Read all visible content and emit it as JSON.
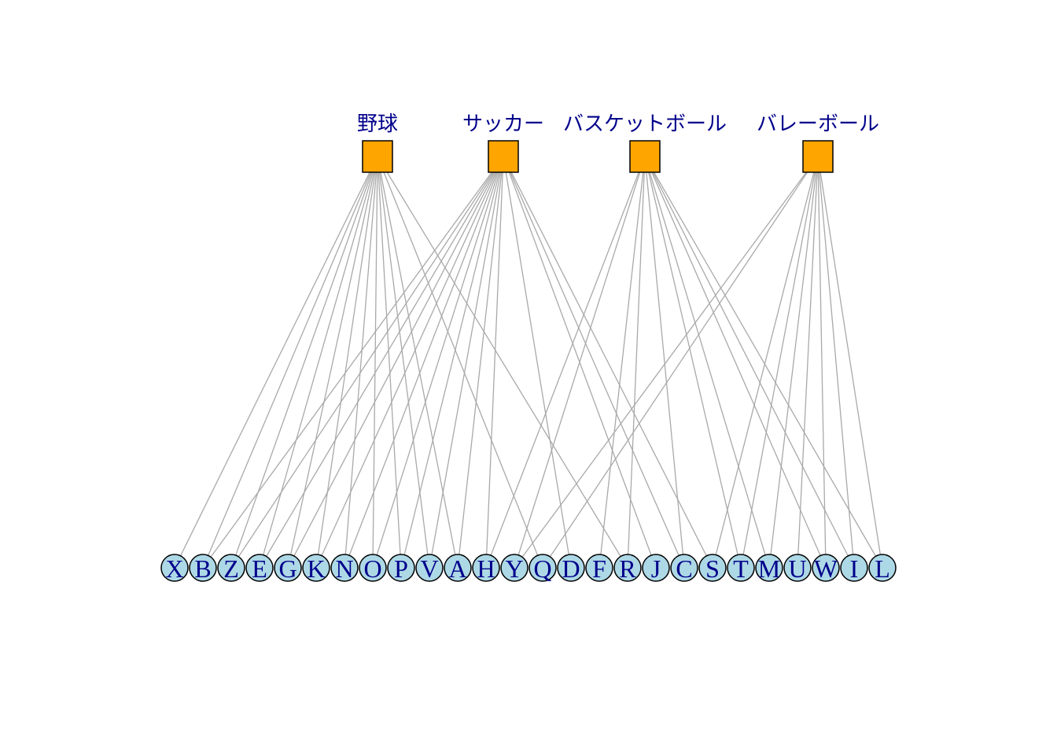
{
  "graph": {
    "type": "bipartite",
    "colors": {
      "top_fill": "#ffa500",
      "bottom_fill": "#add8e6",
      "label": "#00008b",
      "edge": "#a9a9a9"
    },
    "top_nodes": [
      "野球",
      "サッカー",
      "バスケットボール",
      "バレーボール"
    ],
    "bottom_nodes": [
      "X",
      "B",
      "Z",
      "E",
      "G",
      "K",
      "N",
      "O",
      "P",
      "V",
      "A",
      "H",
      "Y",
      "Q",
      "D",
      "F",
      "R",
      "J",
      "C",
      "S",
      "T",
      "M",
      "U",
      "W",
      "I",
      "L"
    ],
    "edges": [
      [
        "野球",
        "X"
      ],
      [
        "野球",
        "B"
      ],
      [
        "野球",
        "Z"
      ],
      [
        "野球",
        "E"
      ],
      [
        "野球",
        "G"
      ],
      [
        "野球",
        "K"
      ],
      [
        "野球",
        "N"
      ],
      [
        "野球",
        "O"
      ],
      [
        "野球",
        "P"
      ],
      [
        "野球",
        "V"
      ],
      [
        "野球",
        "A"
      ],
      [
        "野球",
        "Q"
      ],
      [
        "野球",
        "R"
      ],
      [
        "サッカー",
        "B"
      ],
      [
        "サッカー",
        "Z"
      ],
      [
        "サッカー",
        "E"
      ],
      [
        "サッカー",
        "G"
      ],
      [
        "サッカー",
        "K"
      ],
      [
        "サッカー",
        "N"
      ],
      [
        "サッカー",
        "O"
      ],
      [
        "サッカー",
        "P"
      ],
      [
        "サッカー",
        "V"
      ],
      [
        "サッカー",
        "A"
      ],
      [
        "サッカー",
        "H"
      ],
      [
        "サッカー",
        "D"
      ],
      [
        "サッカー",
        "J"
      ],
      [
        "サッカー",
        "C"
      ],
      [
        "サッカー",
        "S"
      ],
      [
        "バスケットボール",
        "H"
      ],
      [
        "バスケットボール",
        "Y"
      ],
      [
        "バスケットボール",
        "F"
      ],
      [
        "バスケットボール",
        "R"
      ],
      [
        "バスケットボール",
        "C"
      ],
      [
        "バスケットボール",
        "T"
      ],
      [
        "バスケットボール",
        "M"
      ],
      [
        "バスケットボール",
        "W"
      ],
      [
        "バスケットボール",
        "I"
      ],
      [
        "バスケットボール",
        "L"
      ],
      [
        "バレーボール",
        "Y"
      ],
      [
        "バレーボール",
        "Q"
      ],
      [
        "バレーボール",
        "S"
      ],
      [
        "バレーボール",
        "T"
      ],
      [
        "バレーボール",
        "M"
      ],
      [
        "バレーボール",
        "U"
      ],
      [
        "バレーボール",
        "W"
      ],
      [
        "バレーボール",
        "I"
      ],
      [
        "バレーボール",
        "L"
      ]
    ]
  }
}
